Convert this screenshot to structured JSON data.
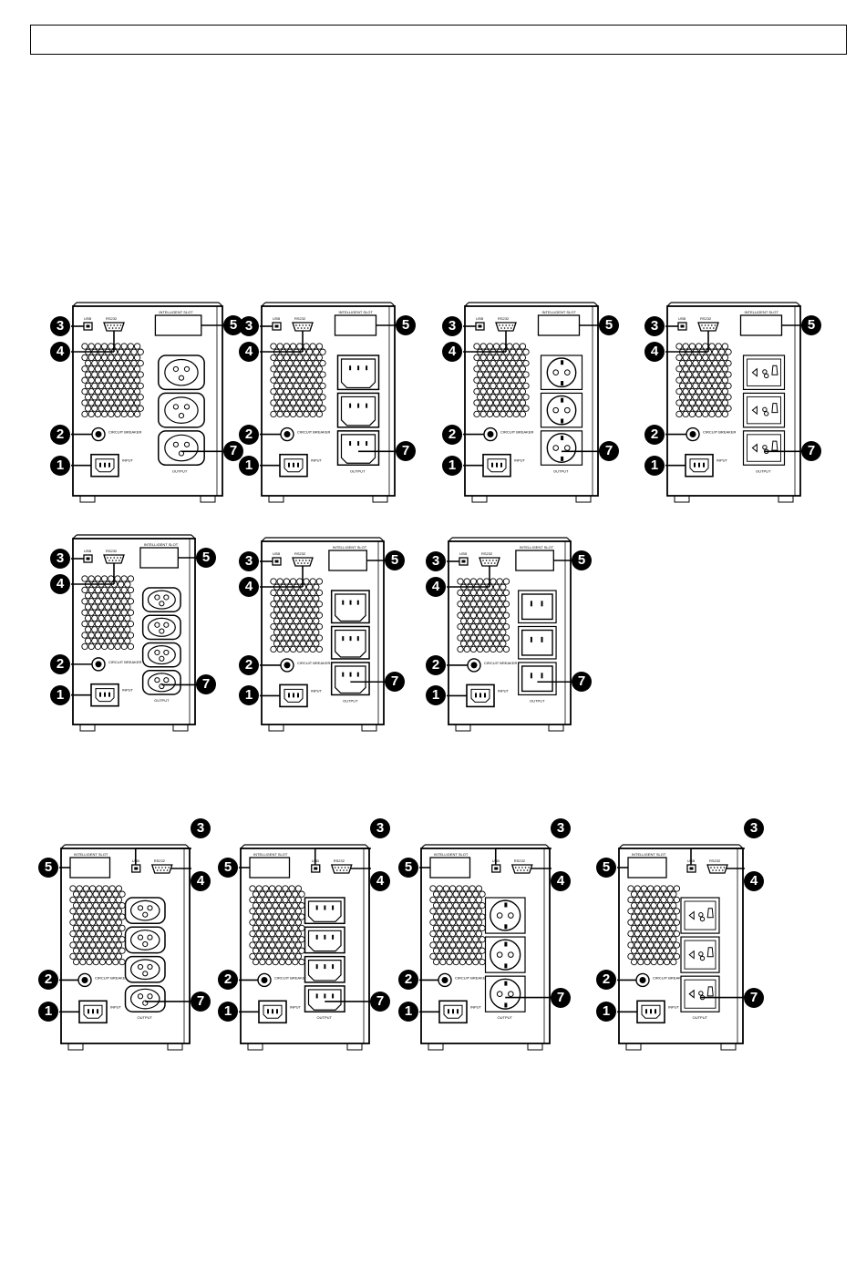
{
  "header": {
    "title": ""
  },
  "figures": {
    "row1": [
      {
        "id": "a",
        "labels": {
          "usb": "USB",
          "rs232": "RS232",
          "slot": "INTELLIGENT SLOT",
          "breaker": "CIRCUIT BREAKER",
          "input": "INPUT",
          "output": "OUTPUT"
        },
        "outlet_type": "aus",
        "outlet_count": 3
      },
      {
        "id": "b",
        "labels": {
          "usb": "USB",
          "rs232": "RS232",
          "slot": "INTELLIGENT SLOT",
          "breaker": "CIRCUIT BREAKER",
          "input": "INPUT",
          "output": "OUTPUT"
        },
        "outlet_type": "iec",
        "outlet_count": 3
      },
      {
        "id": "c",
        "labels": {
          "usb": "USB",
          "rs232": "RS232",
          "slot": "INTELLIGENT SLOT",
          "breaker": "CIRCUIT BREAKER",
          "input": "INPUT",
          "output": "OUTPUT"
        },
        "outlet_type": "schuko",
        "outlet_count": 3
      },
      {
        "id": "d",
        "labels": {
          "usb": "USB",
          "rs232": "RS232",
          "slot": "INTELLIGENT SLOT",
          "breaker": "CIRCUIT BREAKER",
          "input": "INPUT",
          "output": "OUTPUT"
        },
        "outlet_type": "universal",
        "outlet_count": 3
      }
    ],
    "row2": [
      {
        "id": "e",
        "labels": {
          "usb": "USB",
          "rs232": "RS232",
          "slot": "INTELLIGENT SLOT",
          "breaker": "CIRCUIT BREAKER",
          "input": "INPUT",
          "output": "OUTPUT"
        },
        "outlet_type": "aus",
        "outlet_count": 4
      },
      {
        "id": "f",
        "labels": {
          "usb": "USB",
          "rs232": "RS232",
          "slot": "INTELLIGENT SLOT",
          "breaker": "CIRCUIT BREAKER",
          "input": "INPUT",
          "output": "OUTPUT"
        },
        "outlet_type": "iec",
        "outlet_count": 3
      },
      {
        "id": "g",
        "labels": {
          "usb": "USB",
          "rs232": "RS232",
          "slot": "INTELLIGENT SLOT",
          "breaker": "CIRCUIT BREAKER",
          "input": "INPUT",
          "output": "OUTPUT"
        },
        "outlet_type": "us",
        "outlet_count": 3
      }
    ],
    "row3": [
      {
        "id": "h",
        "labels": {
          "usb": "USB",
          "rs232": "RS232",
          "slot": "INTELLIGENT SLOT",
          "breaker": "CIRCUIT BREAKER",
          "input": "INPUT",
          "output": "OUTPUT"
        },
        "outlet_type": "aus",
        "outlet_count": 4
      },
      {
        "id": "i",
        "labels": {
          "usb": "USB",
          "rs232": "RS232",
          "slot": "INTELLIGENT SLOT",
          "breaker": "CIRCUIT BREAKER",
          "input": "INPUT",
          "output": "OUTPUT"
        },
        "outlet_type": "iec",
        "outlet_count": 4
      },
      {
        "id": "j",
        "labels": {
          "usb": "USB",
          "rs232": "RS232",
          "slot": "INTELLIGENT SLOT",
          "breaker": "CIRCUIT BREAKER",
          "input": "INPUT",
          "output": "OUTPUT"
        },
        "outlet_type": "schuko",
        "outlet_count": 3
      },
      {
        "id": "k",
        "labels": {
          "usb": "USB",
          "rs232": "RS232",
          "slot": "INTELLIGENT SLOT",
          "breaker": "CIRCUIT BREAKER",
          "input": "INPUT",
          "output": "OUTPUT"
        },
        "outlet_type": "universal",
        "outlet_count": 3
      }
    ]
  },
  "callouts": {
    "input": "1",
    "breaker": "2",
    "usb": "3",
    "rs232": "4",
    "slot": "5",
    "output": "7"
  }
}
